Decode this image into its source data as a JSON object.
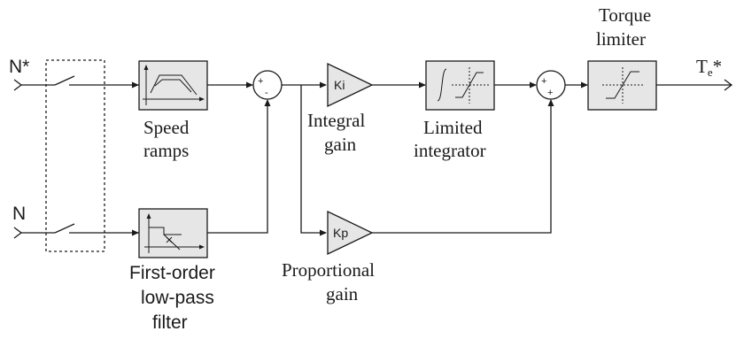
{
  "inputs": {
    "speed_ref": "N*",
    "speed_meas": "N"
  },
  "output": {
    "main": "T",
    "subscript": "e",
    "suffix": "*"
  },
  "blocks": {
    "speed_ramps": {
      "line1": "Speed",
      "line2": "ramps"
    },
    "lowpass": {
      "line1": "First-order",
      "line2": "low-pass",
      "line3": "filter"
    },
    "integral_gain": {
      "symbol": "Ki",
      "line1": "Integral",
      "line2": "gain"
    },
    "proportional_gain": {
      "symbol": "Kp",
      "line1": "Proportional",
      "line2": "gain"
    },
    "limited_integrator": {
      "line1": "Limited",
      "line2": "integrator"
    },
    "torque_limiter": {
      "line1": "Torque",
      "line2": "limiter"
    }
  },
  "summers": {
    "error": {
      "top_sign": "+",
      "bottom_sign": "-"
    },
    "output": {
      "left_sign": "+",
      "bottom_sign": "+"
    }
  }
}
